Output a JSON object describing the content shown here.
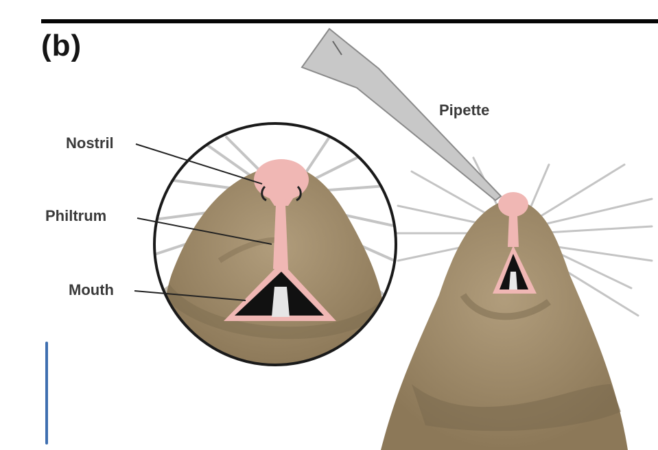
{
  "figure": {
    "panel_label": "(b)",
    "labels": {
      "nostril": "Nostril",
      "philtrum": "Philtrum",
      "mouth": "Mouth",
      "pipette": "Pipette"
    }
  },
  "colors": {
    "fur": "#a08c6c",
    "fur_dark": "#7a6a4e",
    "nose_pink": "#f0b7b4",
    "mouth_dark": "#111111",
    "pipette": "#c8c8c8",
    "whisker": "#b8b8b8",
    "circle_outline": "#1a1a1a"
  }
}
